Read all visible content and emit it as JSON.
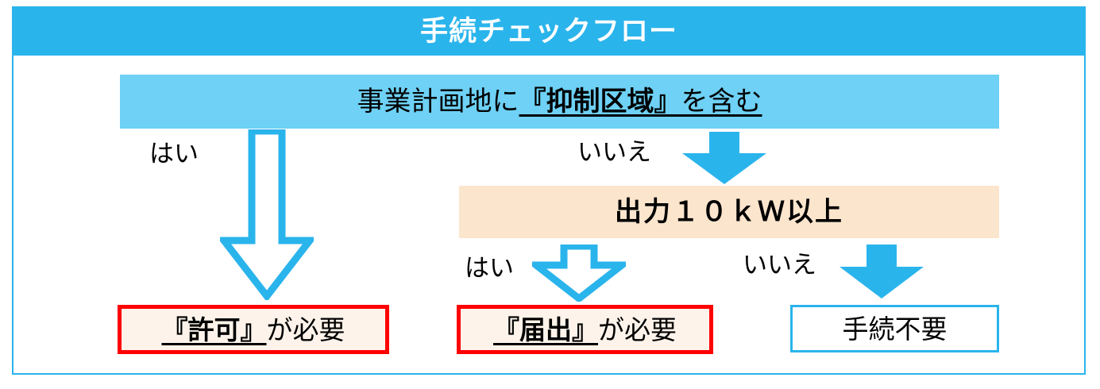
{
  "header": {
    "title": "手続チェックフロー",
    "background_color": "#2ab4ec",
    "text_color": "#ffffff"
  },
  "colors": {
    "panel_border": "#2ab4ec",
    "header_bg": "#2ab4ec",
    "question1_bg": "#6ed1f5",
    "question2_bg": "#fce5cd",
    "result_red_border": "#ff0000",
    "result_red_bg": "#fdf3ea",
    "result_cyan_border": "#2ab4ec",
    "arrow_color": "#2ab4ec",
    "text_color": "#000000"
  },
  "flow": {
    "question1": {
      "text_prefix": "事業計画地に",
      "text_emphasis": "『抑制区域』",
      "text_suffix": "を含む"
    },
    "question2": {
      "text": "出力１０ｋＷ以上"
    },
    "branches": {
      "yes1": {
        "label": "はい",
        "arrow_style": "outline-long"
      },
      "no1": {
        "label": "いいえ",
        "arrow_style": "solid-short"
      },
      "yes2": {
        "label": "はい",
        "arrow_style": "outline-short"
      },
      "no2": {
        "label": "いいえ",
        "arrow_style": "solid-short"
      }
    },
    "results": {
      "permit": {
        "text_emphasis": "『許可』",
        "text_suffix": "が必要"
      },
      "notification": {
        "text_emphasis": "『届出』",
        "text_suffix": "が必要"
      },
      "none": {
        "text": "手続不要"
      }
    }
  }
}
